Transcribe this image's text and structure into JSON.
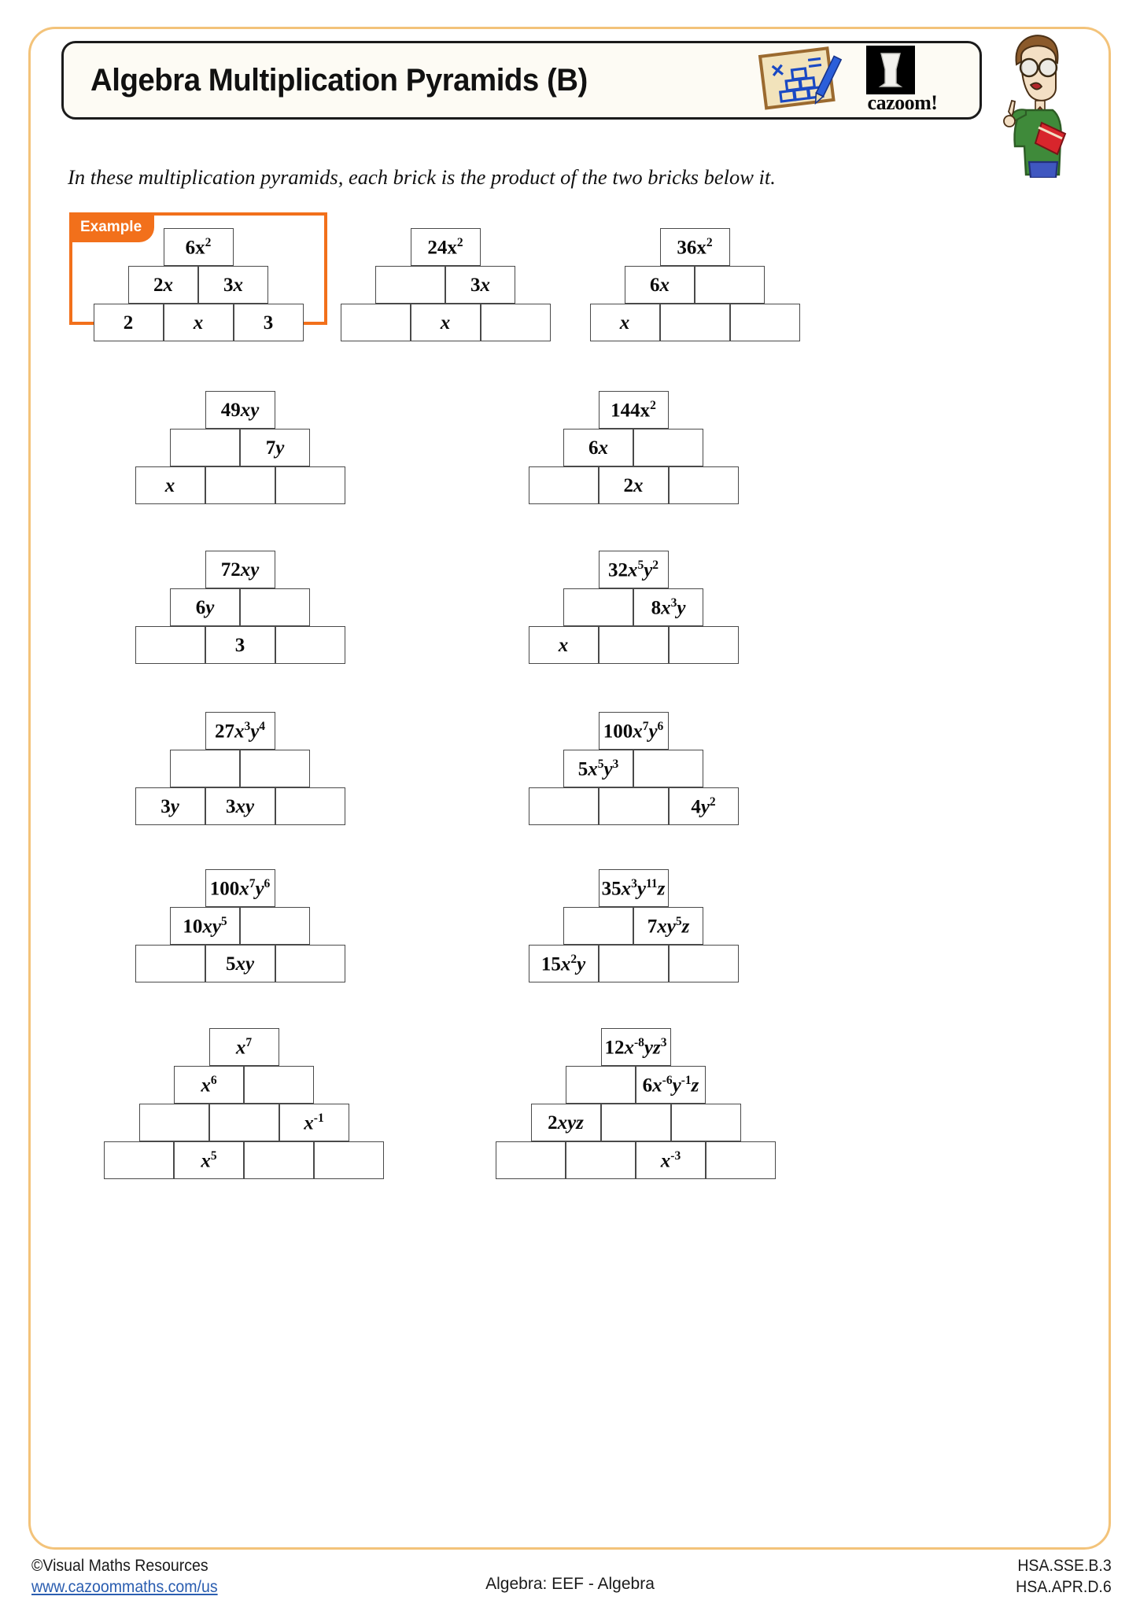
{
  "header": {
    "title": "Algebra Multiplication Pyramids (B)",
    "note_icon": "multiplication-pyramid-note-icon",
    "logo_word": "cazoom!",
    "mascot_icon": "teacher-mascot-icon"
  },
  "instruction": "In these multiplication pyramids, each brick is the product of the two bricks below it.",
  "example": {
    "tag": "Example"
  },
  "colors": {
    "accent_orange": "#f2701b",
    "page_border": "#f3c37a",
    "brick_stroke": "#4a4a4a",
    "link_blue": "#2a5db0"
  },
  "pyramids": [
    {
      "id": "example-pyramid",
      "levels": 3,
      "rows": [
        [
          "6x<sup>2</sup>"
        ],
        [
          "2<i>x</i>",
          "3<i>x</i>"
        ],
        [
          "2",
          "<i>x</i>",
          "3"
        ]
      ]
    },
    {
      "id": "pyramid-1",
      "levels": 3,
      "rows": [
        [
          "24x<sup>2</sup>"
        ],
        [
          "",
          "3<i>x</i>"
        ],
        [
          "",
          "<i>x</i>",
          ""
        ]
      ]
    },
    {
      "id": "pyramid-2",
      "levels": 3,
      "rows": [
        [
          "36x<sup>2</sup>"
        ],
        [
          "6<i>x</i>",
          ""
        ],
        [
          "<i>x</i>",
          "",
          ""
        ]
      ]
    },
    {
      "id": "pyramid-3",
      "levels": 3,
      "rows": [
        [
          "49<i>xy</i>"
        ],
        [
          "",
          "7<i>y</i>"
        ],
        [
          "<i>x</i>",
          "",
          ""
        ]
      ]
    },
    {
      "id": "pyramid-4",
      "levels": 3,
      "rows": [
        [
          "144x<sup>2</sup>"
        ],
        [
          "6<i>x</i>",
          ""
        ],
        [
          "",
          "2<i>x</i>",
          ""
        ]
      ]
    },
    {
      "id": "pyramid-5",
      "levels": 3,
      "rows": [
        [
          "72<i>xy</i>"
        ],
        [
          "6<i>y</i>",
          ""
        ],
        [
          "",
          "3",
          ""
        ]
      ]
    },
    {
      "id": "pyramid-6",
      "levels": 3,
      "rows": [
        [
          "32<i>x</i><sup>5</sup><i>y</i><sup>2</sup>"
        ],
        [
          "",
          "8<i>x</i><sup>3</sup><i>y</i>"
        ],
        [
          "<i>x</i>",
          "",
          ""
        ]
      ]
    },
    {
      "id": "pyramid-7",
      "levels": 3,
      "rows": [
        [
          "27<i>x</i><sup>3</sup><i>y</i><sup>4</sup>"
        ],
        [
          "",
          ""
        ],
        [
          "3<i>y</i>",
          "3<i>xy</i>",
          ""
        ]
      ]
    },
    {
      "id": "pyramid-8",
      "levels": 3,
      "rows": [
        [
          "100<i>x</i><sup>7</sup><i>y</i><sup>6</sup>"
        ],
        [
          "5<i>x</i><sup>5</sup><i>y</i><sup>3</sup>",
          ""
        ],
        [
          "",
          "",
          "4<i>y</i><sup>2</sup>"
        ]
      ]
    },
    {
      "id": "pyramid-9",
      "levels": 3,
      "rows": [
        [
          "100<i>x</i><sup>7</sup><i>y</i><sup>6</sup>"
        ],
        [
          "10<i>xy</i><sup>5</sup>",
          ""
        ],
        [
          "",
          "5<i>xy</i>",
          ""
        ]
      ]
    },
    {
      "id": "pyramid-10",
      "levels": 3,
      "rows": [
        [
          "35<i>x</i><sup>3</sup><i>y</i><sup>11</sup><i>z</i>"
        ],
        [
          "",
          "7<i>xy</i><sup>5</sup><i>z</i>"
        ],
        [
          "15<i>x</i><sup>2</sup><i>y</i>",
          "",
          ""
        ]
      ]
    },
    {
      "id": "pyramid-11",
      "levels": 4,
      "rows": [
        [
          "<i>x</i><sup>7</sup>"
        ],
        [
          "<i>x</i><sup>6</sup>",
          ""
        ],
        [
          "",
          "",
          "<i>x</i><sup>-1</sup>"
        ],
        [
          "",
          "<i>x</i><sup>5</sup>",
          "",
          ""
        ]
      ]
    },
    {
      "id": "pyramid-12",
      "levels": 4,
      "rows": [
        [
          "12<i>x</i><sup>-8</sup><i>yz</i><sup>3</sup>"
        ],
        [
          "",
          "6<i>x</i><sup>-6</sup><i>y</i><sup>-1</sup><i>z</i>"
        ],
        [
          "2<i>xyz</i>",
          "",
          ""
        ],
        [
          "",
          "",
          "<i>x</i><sup>-3</sup>",
          ""
        ]
      ]
    }
  ],
  "footer": {
    "copyright": "©Visual Maths Resources",
    "website": "www.cazoommaths.com/us",
    "center": "Algebra: EEF - Algebra",
    "standard_1": "HSA.SSE.B.3",
    "standard_2": "HSA.APR.D.6"
  }
}
